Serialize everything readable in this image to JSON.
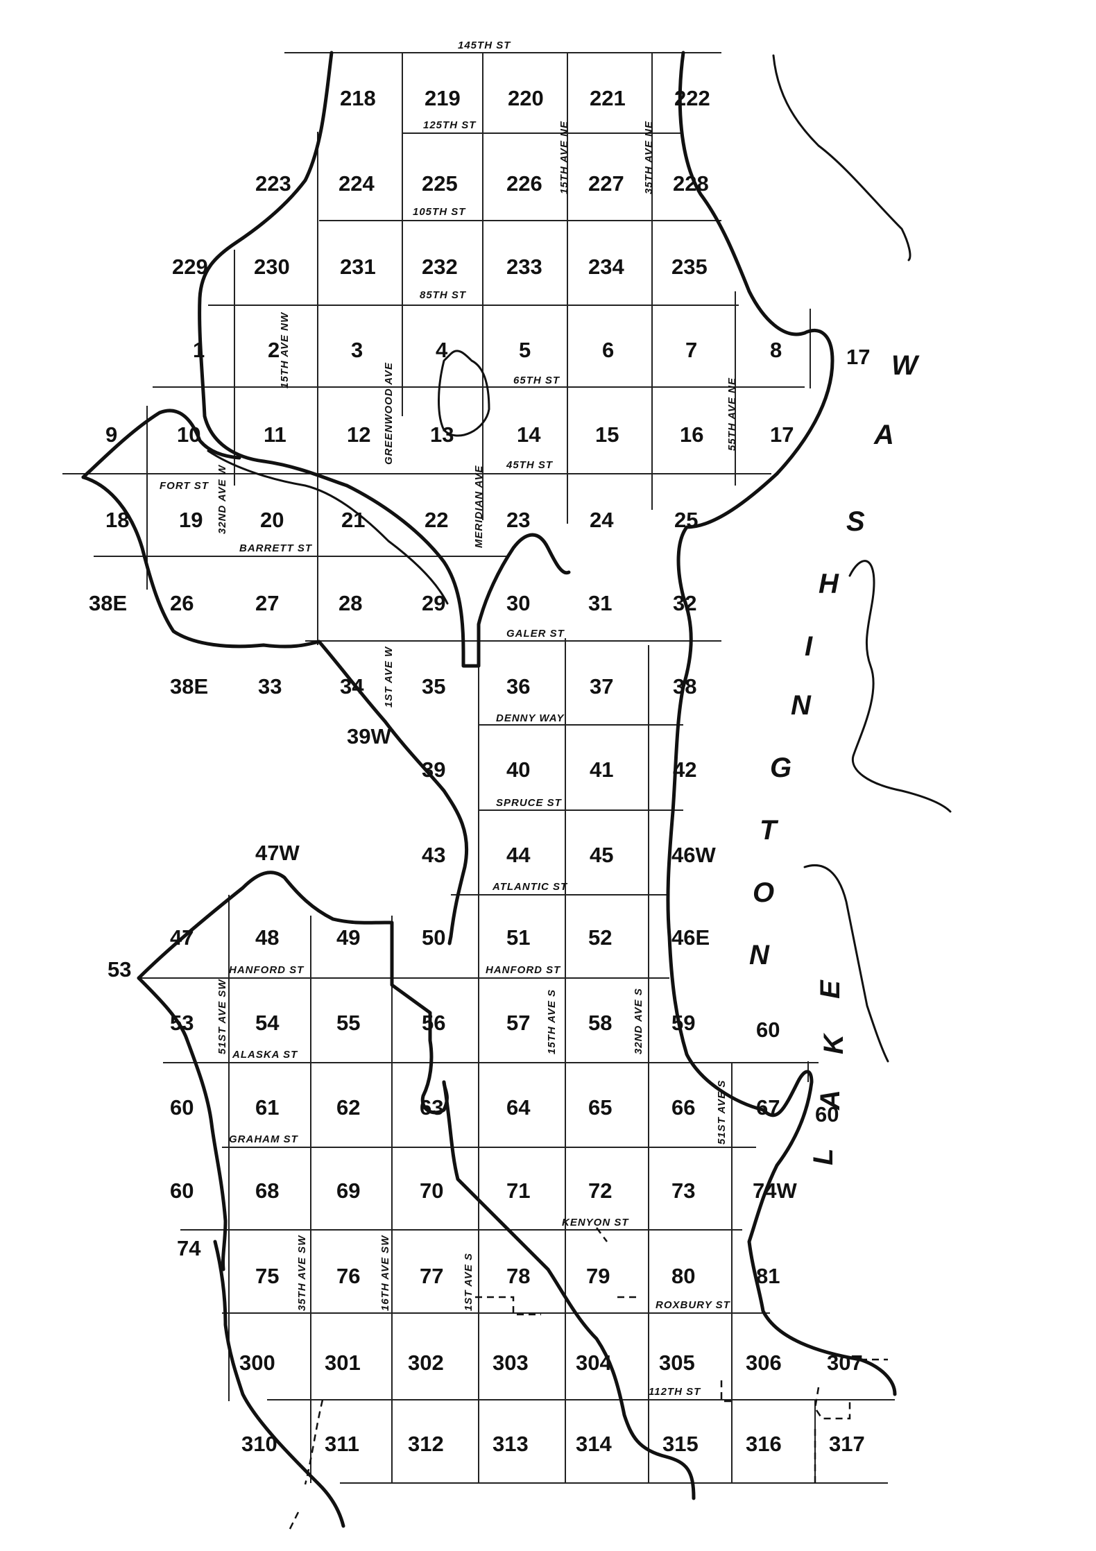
{
  "map": {
    "numbers": [
      {
        "id": "218",
        "label": "218"
      },
      {
        "id": "219",
        "label": "219"
      },
      {
        "id": "220",
        "label": "220"
      },
      {
        "id": "221",
        "label": "221"
      },
      {
        "id": "222",
        "label": "222"
      },
      {
        "id": "223",
        "label": "223"
      },
      {
        "id": "224",
        "label": "224"
      },
      {
        "id": "225",
        "label": "225"
      },
      {
        "id": "226",
        "label": "226"
      },
      {
        "id": "227",
        "label": "227"
      },
      {
        "id": "228",
        "label": "228"
      },
      {
        "id": "229",
        "label": "229"
      },
      {
        "id": "230",
        "label": "230"
      },
      {
        "id": "231",
        "label": "231"
      },
      {
        "id": "232",
        "label": "232"
      },
      {
        "id": "233",
        "label": "233"
      },
      {
        "id": "234",
        "label": "234"
      },
      {
        "id": "235",
        "label": "235"
      },
      {
        "id": "1",
        "label": "1"
      },
      {
        "id": "2",
        "label": "2"
      },
      {
        "id": "3",
        "label": "3"
      },
      {
        "id": "4",
        "label": "4"
      },
      {
        "id": "5",
        "label": "5"
      },
      {
        "id": "6",
        "label": "6"
      },
      {
        "id": "7",
        "label": "7"
      },
      {
        "id": "8",
        "label": "8"
      },
      {
        "id": "17a",
        "label": "17"
      },
      {
        "id": "9",
        "label": "9"
      },
      {
        "id": "10",
        "label": "10"
      },
      {
        "id": "11",
        "label": "11"
      },
      {
        "id": "12",
        "label": "12"
      },
      {
        "id": "13",
        "label": "13"
      },
      {
        "id": "14",
        "label": "14"
      },
      {
        "id": "15",
        "label": "15"
      },
      {
        "id": "16",
        "label": "16"
      },
      {
        "id": "17b",
        "label": "17"
      },
      {
        "id": "18",
        "label": "18"
      },
      {
        "id": "19",
        "label": "19"
      },
      {
        "id": "20",
        "label": "20"
      },
      {
        "id": "21",
        "label": "21"
      },
      {
        "id": "22",
        "label": "22"
      },
      {
        "id": "23",
        "label": "23"
      },
      {
        "id": "24",
        "label": "24"
      },
      {
        "id": "25",
        "label": "25"
      },
      {
        "id": "38e_a",
        "label": "38E"
      },
      {
        "id": "26",
        "label": "26"
      },
      {
        "id": "27",
        "label": "27"
      },
      {
        "id": "28",
        "label": "28"
      },
      {
        "id": "29",
        "label": "29"
      },
      {
        "id": "30",
        "label": "30"
      },
      {
        "id": "31",
        "label": "31"
      },
      {
        "id": "32",
        "label": "32"
      },
      {
        "id": "38e_b",
        "label": "38E"
      },
      {
        "id": "33",
        "label": "33"
      },
      {
        "id": "34",
        "label": "34"
      },
      {
        "id": "35",
        "label": "35"
      },
      {
        "id": "36",
        "label": "36"
      },
      {
        "id": "37",
        "label": "37"
      },
      {
        "id": "38",
        "label": "38"
      },
      {
        "id": "39w",
        "label": "39W"
      },
      {
        "id": "39",
        "label": "39"
      },
      {
        "id": "40",
        "label": "40"
      },
      {
        "id": "41",
        "label": "41"
      },
      {
        "id": "42",
        "label": "42"
      },
      {
        "id": "47w",
        "label": "47W"
      },
      {
        "id": "43",
        "label": "43"
      },
      {
        "id": "44",
        "label": "44"
      },
      {
        "id": "45",
        "label": "45"
      },
      {
        "id": "46w",
        "label": "46W"
      },
      {
        "id": "47",
        "label": "47"
      },
      {
        "id": "48",
        "label": "48"
      },
      {
        "id": "49",
        "label": "49"
      },
      {
        "id": "50",
        "label": "50"
      },
      {
        "id": "51",
        "label": "51"
      },
      {
        "id": "52",
        "label": "52"
      },
      {
        "id": "46e",
        "label": "46E"
      },
      {
        "id": "53a",
        "label": "53"
      },
      {
        "id": "53b",
        "label": "53"
      },
      {
        "id": "54",
        "label": "54"
      },
      {
        "id": "55",
        "label": "55"
      },
      {
        "id": "56",
        "label": "56"
      },
      {
        "id": "57",
        "label": "57"
      },
      {
        "id": "58",
        "label": "58"
      },
      {
        "id": "59",
        "label": "59"
      },
      {
        "id": "60a",
        "label": "60"
      },
      {
        "id": "60b",
        "label": "60"
      },
      {
        "id": "61",
        "label": "61"
      },
      {
        "id": "62",
        "label": "62"
      },
      {
        "id": "63",
        "label": "63"
      },
      {
        "id": "64",
        "label": "64"
      },
      {
        "id": "65",
        "label": "65"
      },
      {
        "id": "66",
        "label": "66"
      },
      {
        "id": "67",
        "label": "67"
      },
      {
        "id": "60c",
        "label": "60"
      },
      {
        "id": "60d",
        "label": "60"
      },
      {
        "id": "68",
        "label": "68"
      },
      {
        "id": "69",
        "label": "69"
      },
      {
        "id": "70",
        "label": "70"
      },
      {
        "id": "71",
        "label": "71"
      },
      {
        "id": "72",
        "label": "72"
      },
      {
        "id": "73",
        "label": "73"
      },
      {
        "id": "74w",
        "label": "74W"
      },
      {
        "id": "74",
        "label": "74"
      },
      {
        "id": "75",
        "label": "75"
      },
      {
        "id": "76",
        "label": "76"
      },
      {
        "id": "77",
        "label": "77"
      },
      {
        "id": "78",
        "label": "78"
      },
      {
        "id": "79",
        "label": "79"
      },
      {
        "id": "80",
        "label": "80"
      },
      {
        "id": "81",
        "label": "81"
      },
      {
        "id": "300",
        "label": "300"
      },
      {
        "id": "301",
        "label": "301"
      },
      {
        "id": "302",
        "label": "302"
      },
      {
        "id": "303",
        "label": "303"
      },
      {
        "id": "304",
        "label": "304"
      },
      {
        "id": "305",
        "label": "305"
      },
      {
        "id": "306",
        "label": "306"
      },
      {
        "id": "307",
        "label": "307"
      },
      {
        "id": "310",
        "label": "310"
      },
      {
        "id": "311",
        "label": "311"
      },
      {
        "id": "312",
        "label": "312"
      },
      {
        "id": "313",
        "label": "313"
      },
      {
        "id": "314",
        "label": "314"
      },
      {
        "id": "315",
        "label": "315"
      },
      {
        "id": "316",
        "label": "316"
      },
      {
        "id": "317",
        "label": "317"
      }
    ],
    "streets": [
      {
        "id": "145th-st-top",
        "label": "145TH ST"
      },
      {
        "id": "125th-st",
        "label": "125TH ST"
      },
      {
        "id": "105th-st",
        "label": "105TH ST"
      },
      {
        "id": "85th-st",
        "label": "85TH ST"
      },
      {
        "id": "65th-st",
        "label": "65TH ST"
      },
      {
        "id": "45th-st",
        "label": "45TH ST"
      },
      {
        "id": "fort-st",
        "label": "FORT ST"
      },
      {
        "id": "barrett-st",
        "label": "BARRETT ST"
      },
      {
        "id": "galer-st",
        "label": "GALER ST"
      },
      {
        "id": "denny-way",
        "label": "DENNY WAY"
      },
      {
        "id": "spruce-st",
        "label": "SPRUCE ST"
      },
      {
        "id": "atlantic-st",
        "label": "ATLANTIC ST"
      },
      {
        "id": "hanford-st-w",
        "label": "HANFORD ST"
      },
      {
        "id": "hanford-st-e",
        "label": "HANFORD ST"
      },
      {
        "id": "alaska-st",
        "label": "ALASKA ST"
      },
      {
        "id": "graham-st",
        "label": "GRAHAM ST"
      },
      {
        "id": "kenyon-st",
        "label": "KENYON ST"
      },
      {
        "id": "roxbury-st",
        "label": "ROXBURY ST"
      },
      {
        "id": "112th-st",
        "label": "112TH ST"
      },
      {
        "id": "15th-ave-ne",
        "label": "15TH AVE NE"
      },
      {
        "id": "35th-ave-ne-n",
        "label": "35TH AVE NE"
      },
      {
        "id": "55th-ave-ne",
        "label": "55TH AVE NE"
      },
      {
        "id": "15th-ave-nw",
        "label": "15TH AVE NW"
      },
      {
        "id": "greenwood-ave",
        "label": "GREENWOOD AVE"
      },
      {
        "id": "meridian-ave",
        "label": "MERIDIAN AVE"
      },
      {
        "id": "32nd-ave-w",
        "label": "32ND AVE W"
      },
      {
        "id": "1st-ave-w",
        "label": "1ST AVE W"
      },
      {
        "id": "51st-ave-sw",
        "label": "51ST AVE SW"
      },
      {
        "id": "15th-ave-s",
        "label": "15TH AVE S"
      },
      {
        "id": "32nd-ave-s",
        "label": "32ND AVE S"
      },
      {
        "id": "51st-ave-s",
        "label": "51ST AVE S"
      },
      {
        "id": "35th-ave-sw",
        "label": "35TH AVE SW"
      },
      {
        "id": "16th-ave-sw",
        "label": "16TH AVE SW"
      },
      {
        "id": "1st-ave-s",
        "label": "1ST AVE S"
      }
    ],
    "lake_washington": [
      "W",
      "A",
      "S",
      "H",
      "I",
      "N",
      "G",
      "T",
      "O",
      "N"
    ],
    "lake": [
      "L",
      "A",
      "K",
      "E"
    ]
  }
}
